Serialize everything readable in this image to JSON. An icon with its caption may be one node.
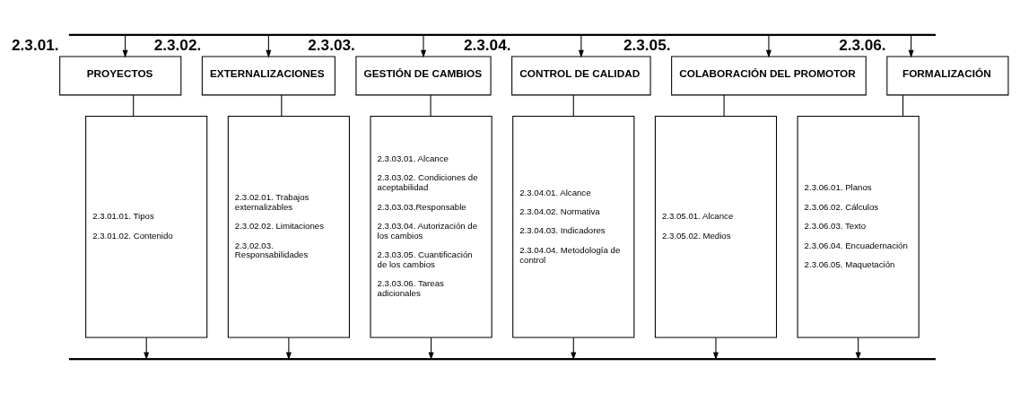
{
  "diagram": {
    "nodes": [
      {
        "text": [],
        "shape": "bar"
      },
      {
        "text": [
          "PROYECTOS"
        ],
        "beside": [
          "2.3.01."
        ]
      },
      {
        "text": [
          "2.3.01.01. Tipos",
          "2.3.01.02. Contenido"
        ]
      },
      {
        "text": [
          "EXTERNALIZACIONES"
        ],
        "beside": [
          "2.3.02."
        ]
      },
      {
        "text": [
          "2.3.02.01. Trabajos externalizables",
          "2.3.02.02. Limitaciones",
          "2.3.02.03. Responsabilidades"
        ]
      },
      {
        "text": [
          "GESTIÓN DE CAMBIOS"
        ],
        "beside": [
          "2.3.03."
        ]
      },
      {
        "text": [
          "2.3.03.01. Alcance",
          "2.3.03.02. Condiciones de aceptabilidad",
          "2.3.03.03.Responsable",
          "2.3.03.04. Autorización de los cambios",
          "2.3.03.05. Cuantificación de los cambios",
          "2.3.03.06. Tareas adicionales"
        ]
      },
      {
        "text": [
          "CONTROL DE CALIDAD"
        ],
        "beside": [
          "2.3.04."
        ]
      },
      {
        "text": [
          "2.3.04.01. Alcance",
          "2.3.04.02. Normativa",
          "2.3.04.03. Indicadores",
          "2.3.04.04. Metodología de control"
        ]
      },
      {
        "text": [
          "COLABORACIÓN DEL PROMOTOR"
        ],
        "beside": [
          "2.3.05."
        ]
      },
      {
        "text": [
          "2.3.05.01. Alcance",
          "2.3.05.02. Medios"
        ]
      },
      {
        "text": [
          "FORMALIZACIÓN"
        ],
        "beside": [
          "2.3.06."
        ]
      },
      {
        "text": [
          "2.3.06.01. Planos",
          "2.3.06.02. Cálculos",
          "2.3.06.03. Texto",
          "2.3.06.04. Encuadernación",
          "2.3.06.05. Maquetación"
        ]
      },
      {
        "text": [],
        "shape": "bar"
      }
    ],
    "edges": [
      {
        "from": 0,
        "to": 1,
        "arrow": "to"
      },
      {
        "from": 0,
        "to": 3,
        "arrow": "to"
      },
      {
        "from": 0,
        "to": 5,
        "arrow": "to"
      },
      {
        "from": 0,
        "to": 7,
        "arrow": "to"
      },
      {
        "from": 0,
        "to": 9,
        "arrow": "to"
      },
      {
        "from": 0,
        "to": 11,
        "arrow": "to"
      },
      {
        "from": 1,
        "to": 2,
        "arrow": "none"
      },
      {
        "from": 3,
        "to": 4,
        "arrow": "none"
      },
      {
        "from": 5,
        "to": 6,
        "arrow": "none"
      },
      {
        "from": 7,
        "to": 8,
        "arrow": "none"
      },
      {
        "from": 9,
        "to": 10,
        "arrow": "none"
      },
      {
        "from": 11,
        "to": 12,
        "arrow": "none"
      },
      {
        "from": 2,
        "to": 13,
        "arrow": "to"
      },
      {
        "from": 4,
        "to": 13,
        "arrow": "to"
      },
      {
        "from": 6,
        "to": 13,
        "arrow": "to"
      },
      {
        "from": 8,
        "to": 13,
        "arrow": "to"
      },
      {
        "from": 10,
        "to": 13,
        "arrow": "to"
      },
      {
        "from": 12,
        "to": 13,
        "arrow": "to"
      }
    ]
  }
}
